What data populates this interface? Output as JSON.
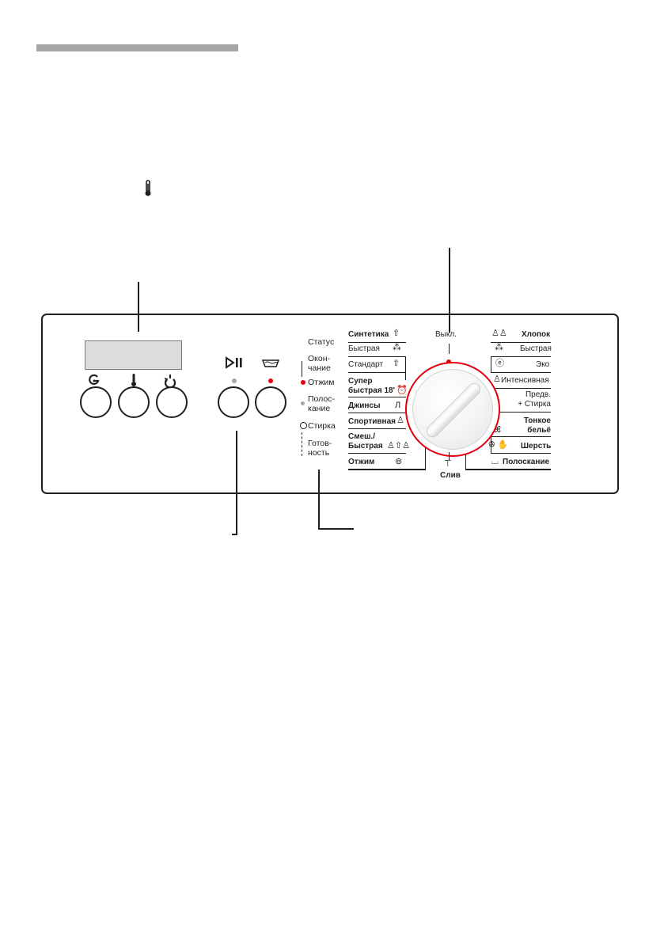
{
  "colors": {
    "accent": "#e3000f",
    "ink": "#231f20",
    "grey_dot": "#a7a7a7"
  },
  "top_icons": {
    "temperature": "thermometer-icon"
  },
  "panel": {
    "left_buttons": [
      {
        "icon": "spin-icon",
        "glyph": "G"
      },
      {
        "icon": "thermometer-icon",
        "glyph": ""
      },
      {
        "icon": "end-time-icon",
        "glyph": ""
      }
    ],
    "mid_buttons": [
      {
        "icon": "start-pause-icon",
        "indicator": "grey"
      },
      {
        "icon": "prewash-icon",
        "indicator": "red"
      }
    ]
  },
  "status": {
    "title": "Статус",
    "items": [
      {
        "line1": "Окон-",
        "line2": "чание",
        "marker": "brace"
      },
      {
        "line1": "Отжим",
        "line2": "",
        "marker": "red-dot"
      },
      {
        "line1": "Полос-",
        "line2": "кание",
        "marker": "grey-dot"
      },
      {
        "line1": "Стирка",
        "line2": "",
        "marker": "ring"
      },
      {
        "line1": "Готов-",
        "line2": "ность",
        "marker": "brace"
      }
    ]
  },
  "dial": {
    "off_label": "Выкл.",
    "drain_label": "Слив",
    "left_programs": [
      {
        "line1": "Синтетика",
        "line2": "",
        "bold": true,
        "icon": "synthetics-icon"
      },
      {
        "line1": "Быстрая",
        "line2": "",
        "bold": false,
        "icon": "quick-icon"
      },
      {
        "line1": "Стандарт",
        "line2": "",
        "bold": false,
        "icon": "synthetics-icon"
      },
      {
        "line1": "Супер",
        "line2": "быстрая 18'",
        "bold": true,
        "icon": "alarm-clock-icon"
      },
      {
        "line1": "Джинсы",
        "line2": "",
        "bold": true,
        "icon": "jeans-icon"
      },
      {
        "line1": "Спортивная",
        "line2": "",
        "bold": true,
        "icon": "sportswear-icon"
      },
      {
        "line1": "Смеш./",
        "line2": "Быстрая",
        "bold": true,
        "icon": "mixed-icon"
      },
      {
        "line1": "Отжим",
        "line2": "",
        "bold": true,
        "icon": "spin-icon"
      }
    ],
    "right_programs": [
      {
        "line1": "Хлопок",
        "line2": "",
        "bold": true,
        "icon": "cotton-icon"
      },
      {
        "line1": "Быстрая",
        "line2": "",
        "bold": false,
        "icon": "quick-icon"
      },
      {
        "line1": "Эко",
        "line2": "",
        "bold": false,
        "icon": "eco-icon"
      },
      {
        "line1": "Интенсивная",
        "line2": "",
        "bold": false,
        "icon": "intensive-icon"
      },
      {
        "line1": "Предв.",
        "line2": "+ Стирка",
        "bold": false,
        "icon": "prewash-icon"
      },
      {
        "line1": "Тонкое",
        "line2": "бельё",
        "bold": true,
        "icon": "delicates-icon"
      },
      {
        "line1": "Шерсть",
        "line2": "",
        "bold": true,
        "icon": "wool-icon"
      },
      {
        "line1": "Полоскание",
        "line2": "",
        "bold": true,
        "icon": "rinse-icon"
      }
    ]
  }
}
